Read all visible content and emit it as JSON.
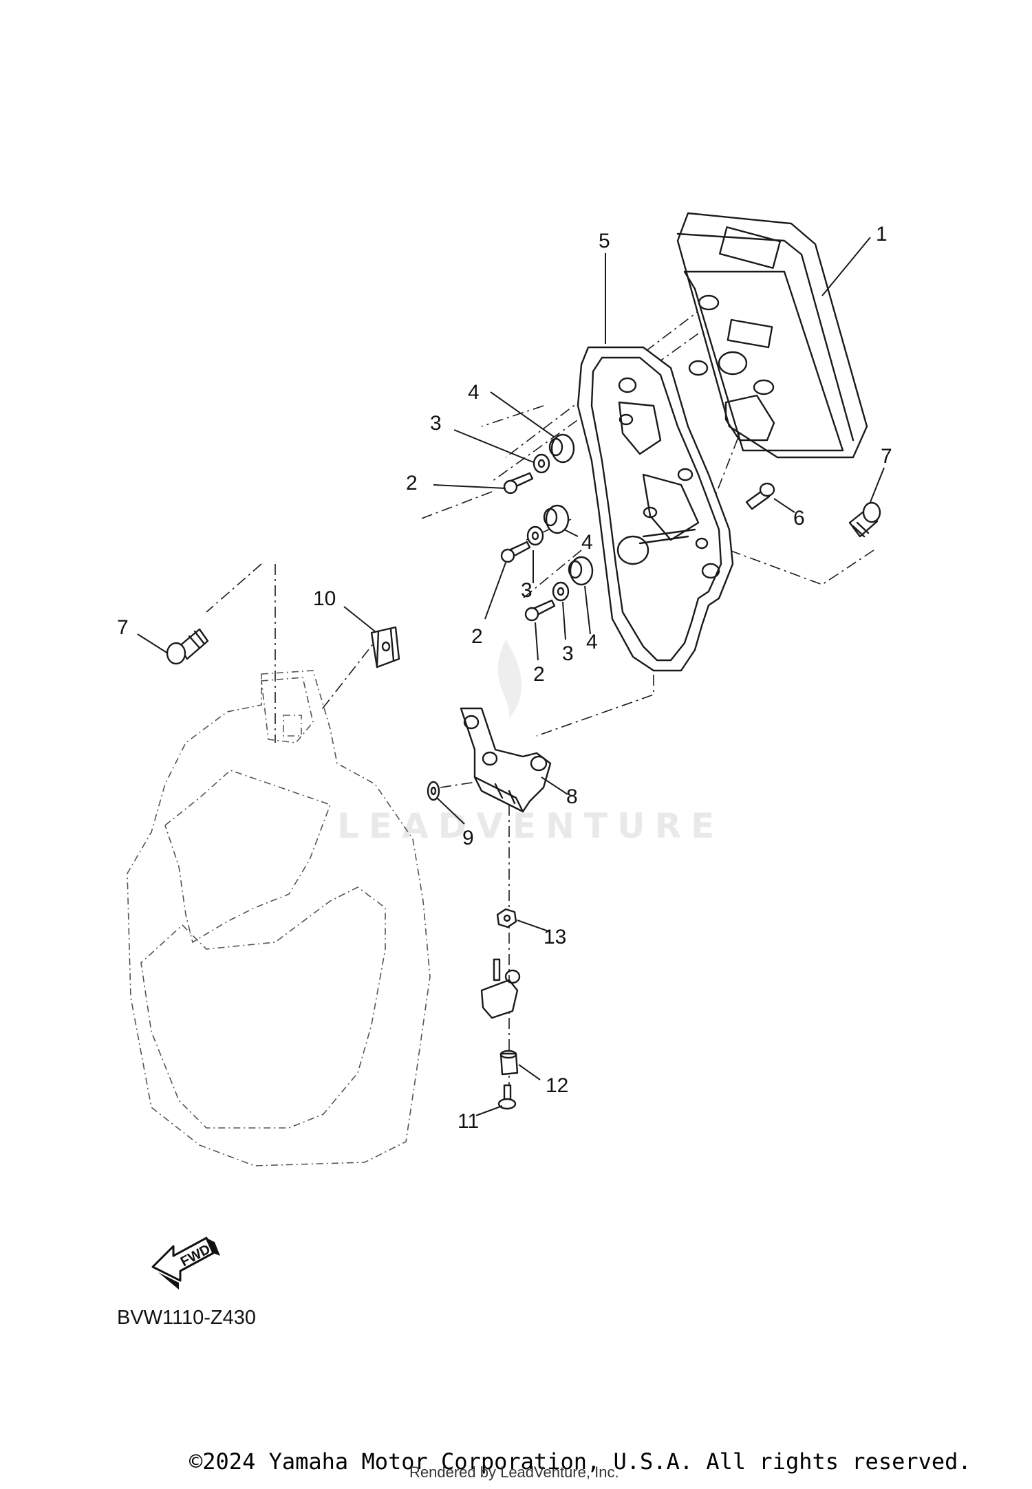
{
  "callouts": {
    "c1": "1",
    "c5": "5",
    "c4a": "4",
    "c3a": "3",
    "c2a": "2",
    "c7a": "7",
    "c6": "6",
    "c4b": "4",
    "c3b": "3",
    "c2b": "2",
    "c4c": "4",
    "c3c": "3",
    "c2c": "2",
    "c10": "10",
    "c7b": "7",
    "c8": "8",
    "c9": "9",
    "c13": "13",
    "c12": "12",
    "c11": "11"
  },
  "fwd_label": "FWD",
  "diagram_code": "BVW1110-Z430",
  "watermark": "LEADVENTURE",
  "copyright": "©2024 Yamaha Motor Corporation, U.S.A. All rights reserved.",
  "rendered_by": "Rendered by LeadVenture, Inc."
}
